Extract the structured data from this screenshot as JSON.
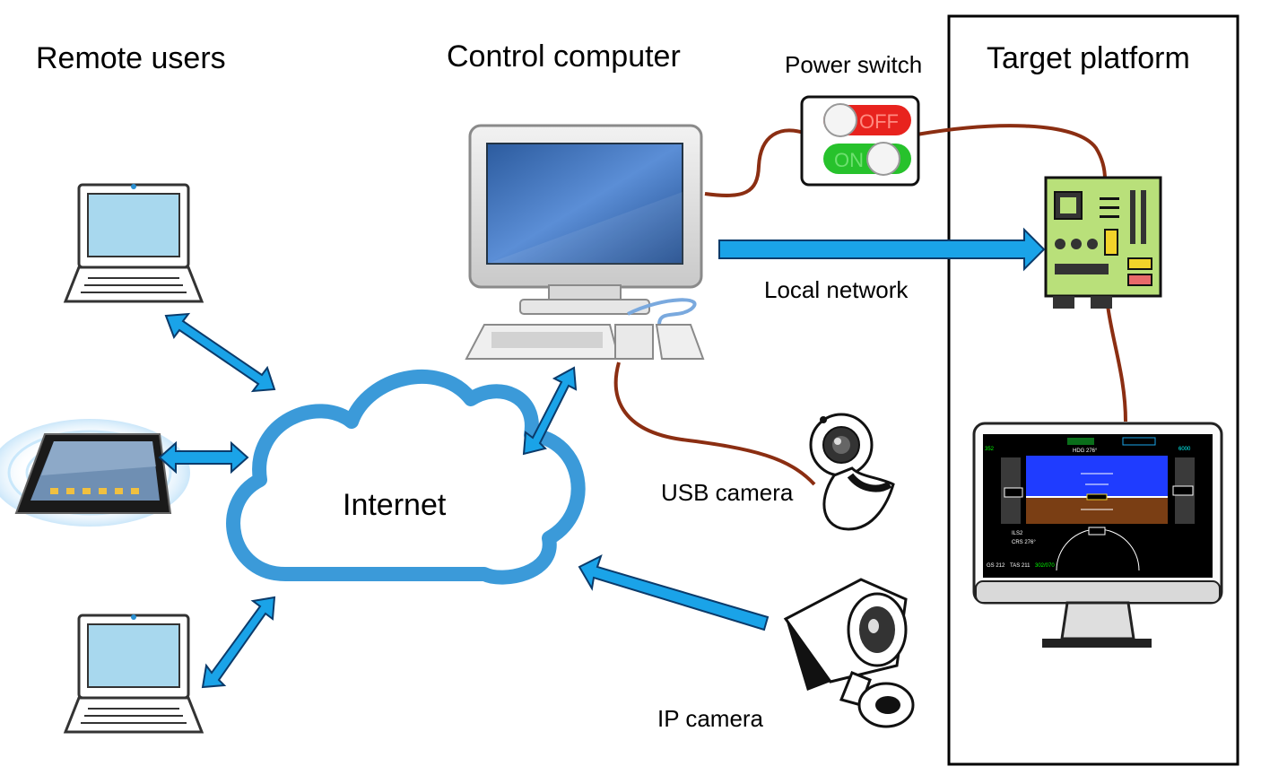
{
  "labels": {
    "remote_users": "Remote users",
    "control_computer": "Control computer",
    "power_switch": "Power switch",
    "target_platform": "Target platform",
    "local_network": "Local network",
    "internet": "Internet",
    "usb_camera": "USB camera",
    "ip_camera": "IP camera"
  },
  "switch": {
    "off_text": "OFF",
    "on_text": "ON"
  },
  "pfd": {
    "hdg": "HDG 276°",
    "speed_top": "352",
    "alt_top": "6000",
    "ils": "ILS2",
    "crs": "CRS 276°",
    "gs": "GS 212",
    "tas": "TAS 211",
    "wind": "302/070"
  },
  "colors": {
    "arrow_blue": "#1aa3e8",
    "arrow_outline": "#0b3b6b",
    "cable_brown": "#8b2e12",
    "cloud_blue": "#3b9ad9",
    "board_green": "#b9e07a"
  }
}
